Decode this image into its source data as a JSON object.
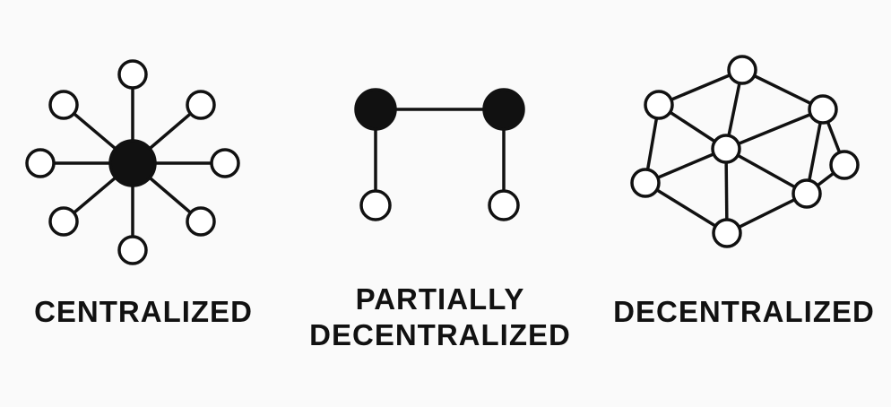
{
  "labels": {
    "centralized": "CENTRALIZED",
    "partial_line1": "PARTIALLY",
    "partial_line2": "DECENTRALIZED",
    "decentralized": "DECENTRALIZED"
  },
  "colors": {
    "background": "#fafafa",
    "stroke": "#111111",
    "hub_fill": "#111111",
    "node_fill": "#ffffff"
  }
}
